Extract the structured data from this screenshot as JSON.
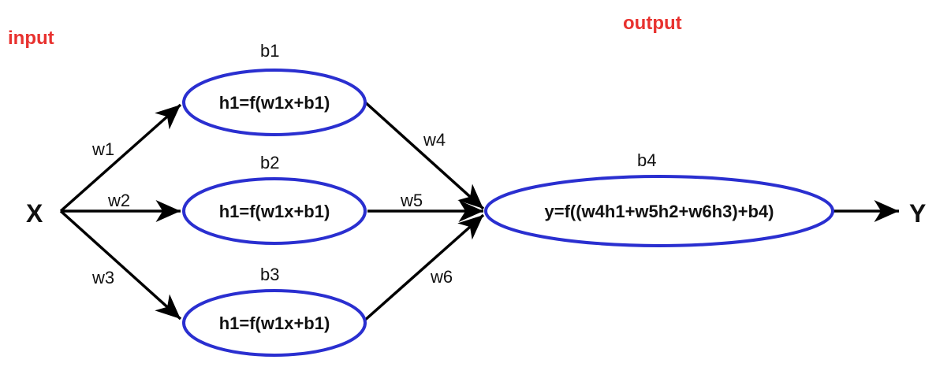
{
  "labels": {
    "input": "input",
    "output": "output",
    "x": "X",
    "y": "Y"
  },
  "nodes": {
    "h1": {
      "text": "h1=f(w1x+b1)",
      "bias": "b1"
    },
    "h2": {
      "text": "h1=f(w1x+b1)",
      "bias": "b2"
    },
    "h3": {
      "text": "h1=f(w1x+b1)",
      "bias": "b3"
    },
    "out": {
      "text": "y=f((w4h1+w5h2+w6h3)+b4)",
      "bias": "b4"
    }
  },
  "weights": {
    "w1": "w1",
    "w2": "w2",
    "w3": "w3",
    "w4": "w4",
    "w5": "w5",
    "w6": "w6"
  },
  "colors": {
    "node_stroke": "#2a2fd0",
    "accent_red": "#e8322f",
    "edge": "#000000"
  }
}
